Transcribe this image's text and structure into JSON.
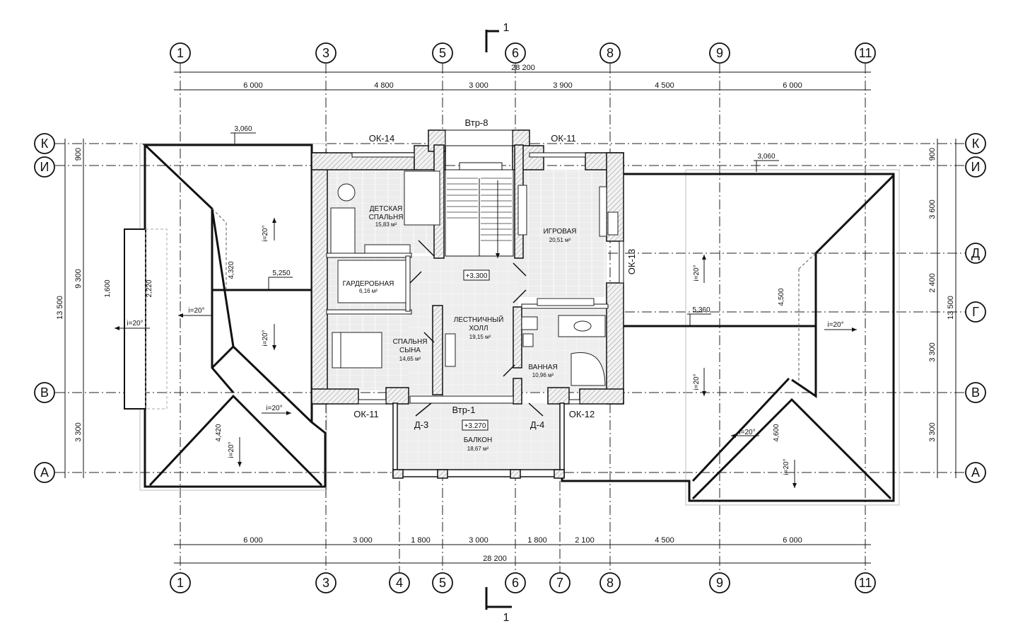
{
  "drawing": {
    "section_mark": "1",
    "axes_vertical": [
      "1",
      "3",
      "4",
      "5",
      "6",
      "7",
      "8",
      "9",
      "11"
    ],
    "axes_horizontal": [
      "К",
      "И",
      "Д",
      "Г",
      "В",
      "А"
    ],
    "dims_top_total": "28 200",
    "dims_top": [
      "6 000",
      "4 800",
      "3 000",
      "3 900",
      "4 500",
      "6 000"
    ],
    "dims_bottom_total": "28 200",
    "dims_bottom": [
      "6 000",
      "3 000",
      "1 800",
      "3 000",
      "1 800",
      "2 100",
      "4 500",
      "6 000"
    ],
    "dims_left": [
      "900",
      "9 300",
      "3 300"
    ],
    "dims_left_total": "13 500",
    "dims_right": [
      "900",
      "3 600",
      "2 400",
      "3 300",
      "3 300"
    ],
    "dims_right_total": "13 500",
    "windows": [
      "ОК-14",
      "Втр-8",
      "ОК-11",
      "ОК-13",
      "ОК-11",
      "ОК-12",
      "Втр-1"
    ],
    "doors": [
      "Д-3",
      "Д-4"
    ],
    "levels": [
      "+3.300",
      "+3.270"
    ],
    "roof_marks": [
      "3,060",
      "3,060",
      "4,320",
      "5,250",
      "1,600",
      "2,220",
      "4,420",
      "5,360",
      "4,500",
      "4,600"
    ],
    "slope": "i=20°",
    "rooms": [
      {
        "name1": "ДЕТСКАЯ",
        "name2": "СПАЛЬНЯ",
        "area": "15,83 м²"
      },
      {
        "name1": "ИГРОВАЯ",
        "name2": "",
        "area": "20,51 м²"
      },
      {
        "name1": "ГАРДЕРОБНАЯ",
        "name2": "",
        "area": "6,16 м²"
      },
      {
        "name1": "ЛЕСТНИЧНЫЙ",
        "name2": "ХОЛЛ",
        "area": "19,15 м²"
      },
      {
        "name1": "СПАЛЬНЯ",
        "name2": "СЫНА",
        "area": "14,65 м²"
      },
      {
        "name1": "ВАННАЯ",
        "name2": "",
        "area": "10,96 м²"
      },
      {
        "name1": "БАЛКОН",
        "name2": "",
        "area": "18,67 м²"
      }
    ]
  }
}
